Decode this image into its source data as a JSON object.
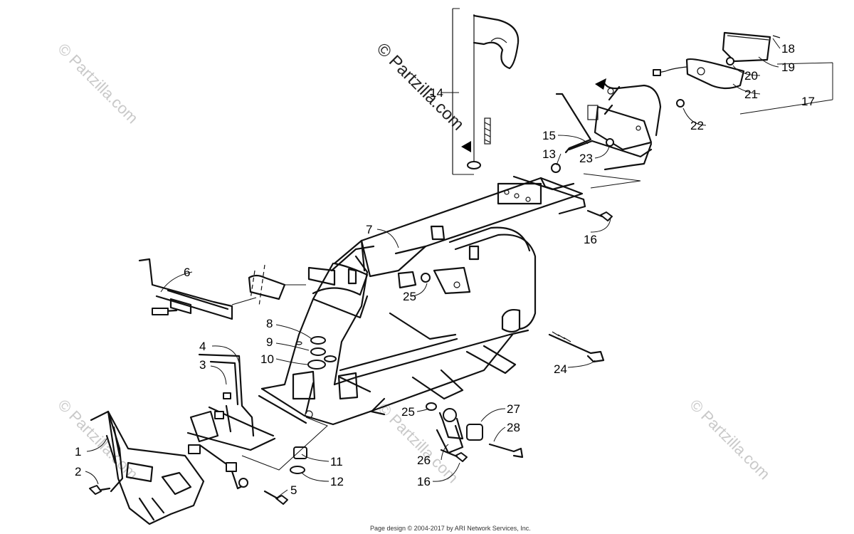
{
  "watermarks": {
    "main": "© Partzilla.com",
    "faded": "© Partzilla.com"
  },
  "footer": {
    "credit": "Page design © 2004-2017 by ARI Network Services, Inc."
  },
  "callouts": {
    "c1": "1",
    "c2": "2",
    "c3": "3",
    "c4": "4",
    "c5": "5",
    "c6": "6",
    "c7": "7",
    "c8": "8",
    "c9": "9",
    "c10": "10",
    "c11": "11",
    "c12": "12",
    "c13": "13",
    "c14": "14",
    "c15": "15",
    "c16a": "16",
    "c16b": "16",
    "c17": "17",
    "c18": "18",
    "c19": "19",
    "c20": "20",
    "c21": "21",
    "c22": "22",
    "c23": "23",
    "c24": "24",
    "c25a": "25",
    "c25b": "25",
    "c26": "26",
    "c27": "27",
    "c28": "28"
  }
}
